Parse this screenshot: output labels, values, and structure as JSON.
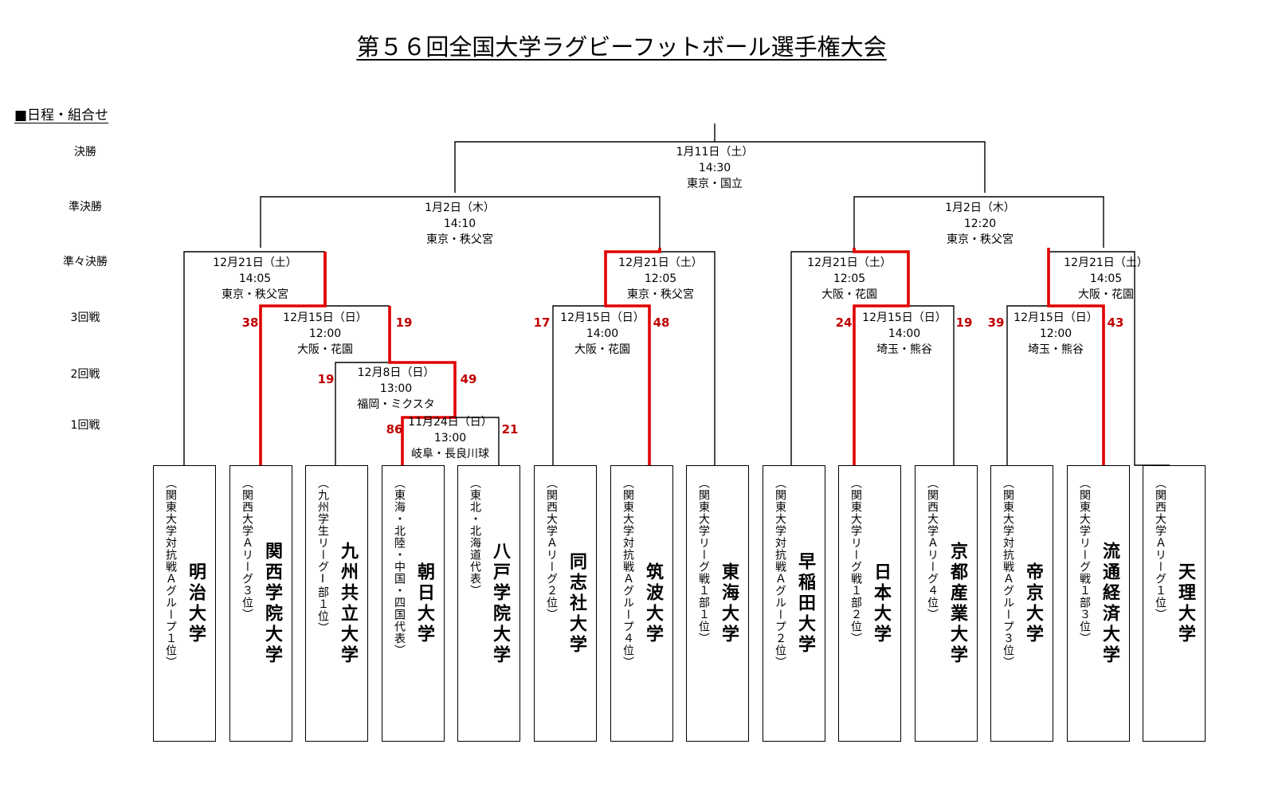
{
  "title": "第５６回全国大学ラグビーフットボール選手権大会",
  "section_label": "■日程・組合せ",
  "rounds": [
    "決勝",
    "準決勝",
    "準々決勝",
    "3回戦",
    "2回戦",
    "1回戦"
  ],
  "matches": {
    "final": {
      "date": "1月11日（土）",
      "time": "14:30",
      "venue": "東京・国立"
    },
    "sf_left": {
      "date": "1月2日（木）",
      "time": "14:10",
      "venue": "東京・秩父宮"
    },
    "sf_right": {
      "date": "1月2日（木）",
      "time": "12:20",
      "venue": "東京・秩父宮"
    },
    "qf1": {
      "date": "12月21日（土）",
      "time": "14:05",
      "venue": "東京・秩父宮"
    },
    "qf2": {
      "date": "12月21日（土）",
      "time": "12:05",
      "venue": "東京・秩父宮"
    },
    "qf3": {
      "date": "12月21日（土）",
      "time": "12:05",
      "venue": "大阪・花園"
    },
    "qf4": {
      "date": "12月21日（土）",
      "time": "14:05",
      "venue": "大阪・花園"
    },
    "r3a": {
      "date": "12月15日（日）",
      "time": "12:00",
      "venue": "大阪・花園"
    },
    "r3b": {
      "date": "12月15日（日）",
      "time": "14:00",
      "venue": "大阪・花園"
    },
    "r3c": {
      "date": "12月15日（日）",
      "time": "14:00",
      "venue": "埼玉・熊谷"
    },
    "r3d": {
      "date": "12月15日（日）",
      "time": "12:00",
      "venue": "埼玉・熊谷"
    },
    "r2": {
      "date": "12月8日（日）",
      "time": "13:00",
      "venue": "福岡・ミクスタ"
    },
    "r1": {
      "date": "11月24日（日）",
      "time": "13:00",
      "venue": "岐阜・長良川球"
    }
  },
  "scores": {
    "r3a_left": "38",
    "r3a_right": "19",
    "r2_left": "19",
    "r2_right": "49",
    "r1_left": "86",
    "r1_right": "21",
    "r3b_left": "17",
    "r3b_right": "48",
    "r3c_left": "24",
    "r3c_right": "19",
    "r3d_left": "39",
    "r3d_right": "43"
  },
  "teams": [
    {
      "name": "明治大学",
      "affiliation": "（関東大学対抗戦Ａグループ１位）"
    },
    {
      "name": "関西学院大学",
      "affiliation": "（関西大学Ａリーグ３位）"
    },
    {
      "name": "九州共立大学",
      "affiliation": "（九州学生リーグⅠ部１位）"
    },
    {
      "name": "朝日大学",
      "affiliation": "（東海・北陸・中国・四国代表）"
    },
    {
      "name": "八戸学院大学",
      "affiliation": "（東北・北海道代表）"
    },
    {
      "name": "同志社大学",
      "affiliation": "（関西大学Ａリーグ２位）"
    },
    {
      "name": "筑波大学",
      "affiliation": "（関東大学対抗戦Ａグループ４位）"
    },
    {
      "name": "東海大学",
      "affiliation": "（関東大学リーグ戦１部１位）"
    },
    {
      "name": "早稲田大学",
      "affiliation": "（関東大学対抗戦Ａグループ２位）"
    },
    {
      "name": "日本大学",
      "affiliation": "（関東大学リーグ戦１部２位）"
    },
    {
      "name": "京都産業大学",
      "affiliation": "（関西大学Ａリーグ４位）"
    },
    {
      "name": "帝京大学",
      "affiliation": "（関東大学対抗戦Ａグループ３位）"
    },
    {
      "name": "流通経済大学",
      "affiliation": "（関東大学リーグ戦１部３位）"
    },
    {
      "name": "天理大学",
      "affiliation": "（関西大学Ａリーグ１位）"
    }
  ],
  "colors": {
    "winner_line": "#e00000",
    "line": "#000000",
    "score": "#c00000"
  }
}
